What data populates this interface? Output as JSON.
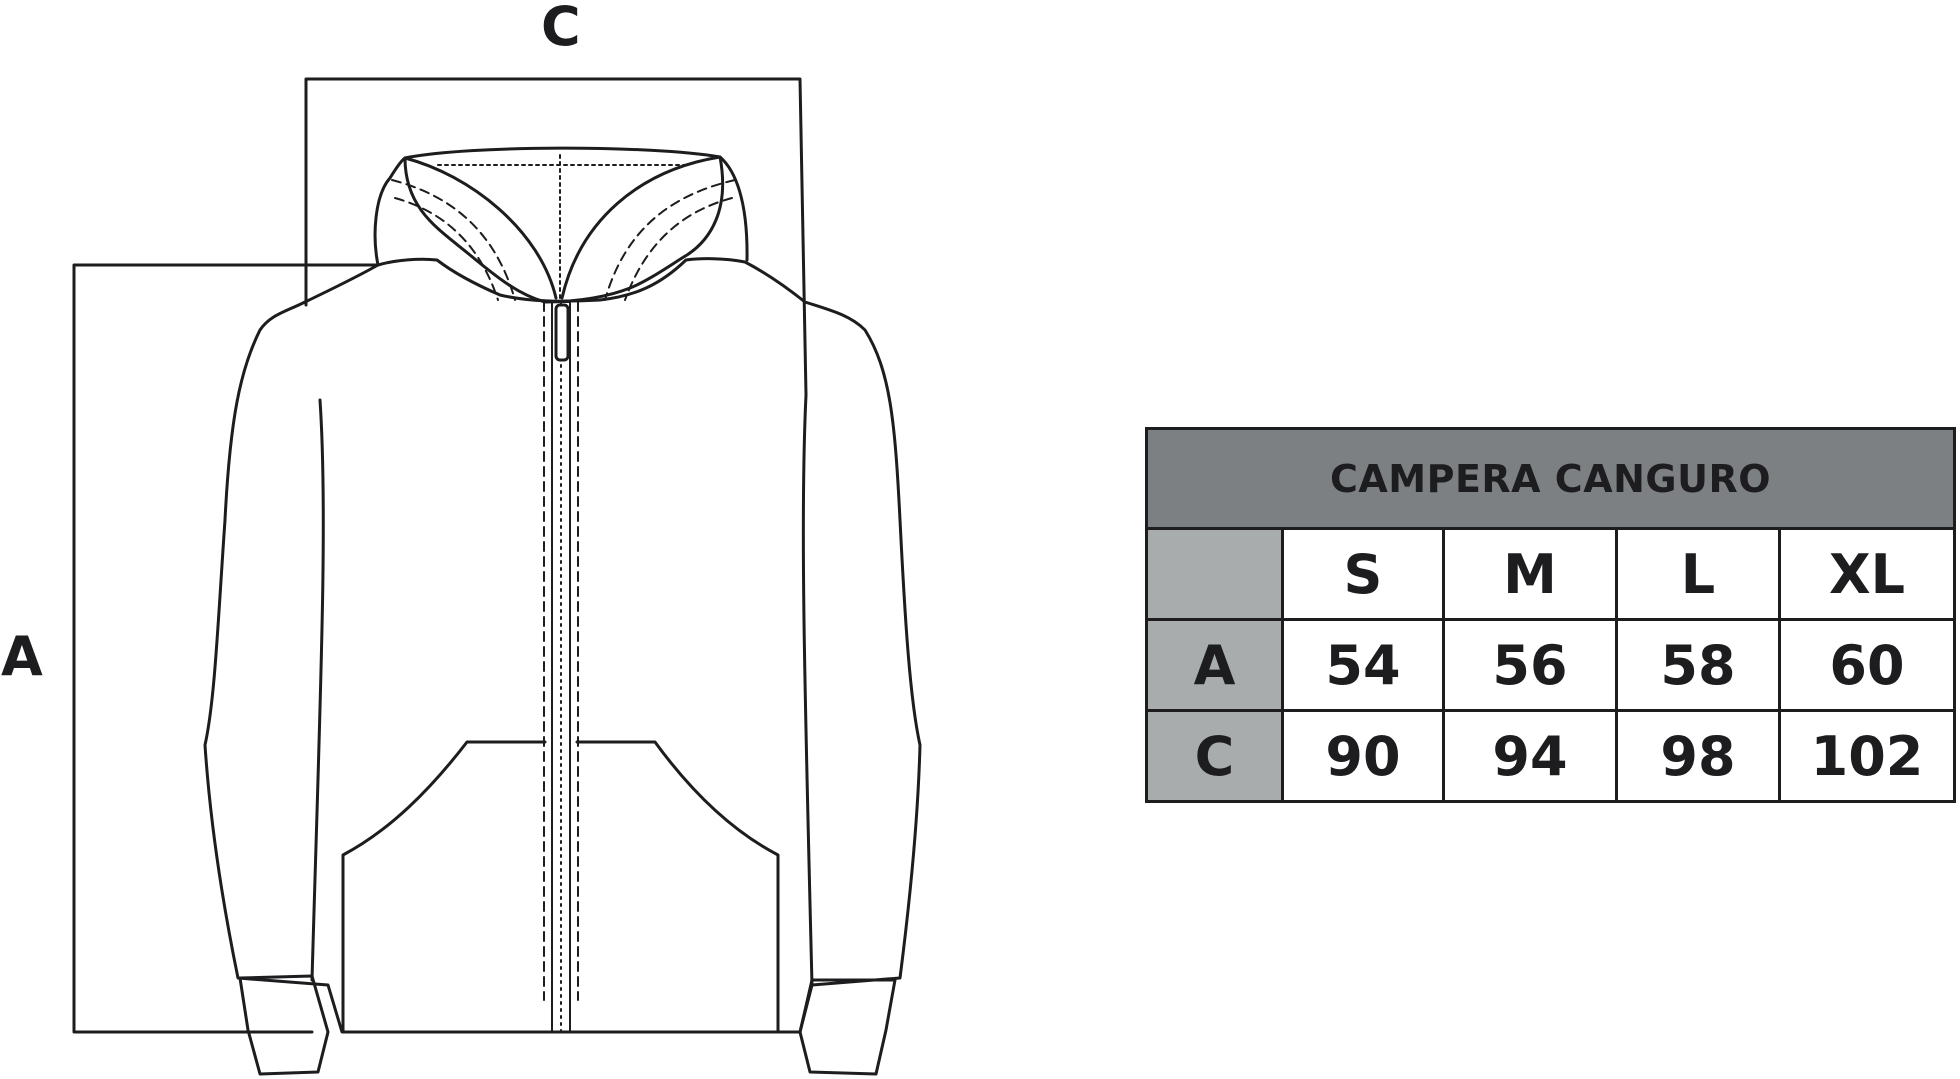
{
  "diagram": {
    "label_width": "C",
    "label_length": "A"
  },
  "size_table": {
    "title": "CAMPERA CANGURO",
    "columns": [
      "S",
      "M",
      "L",
      "XL"
    ],
    "rows": [
      {
        "label": "A",
        "values": [
          "54",
          "56",
          "58",
          "60"
        ]
      },
      {
        "label": "C",
        "values": [
          "90",
          "94",
          "98",
          "102"
        ]
      }
    ]
  },
  "colors": {
    "line": "#1d1d1f",
    "title_bg": "#7d8083",
    "rowhead_bg": "#a9acad"
  }
}
